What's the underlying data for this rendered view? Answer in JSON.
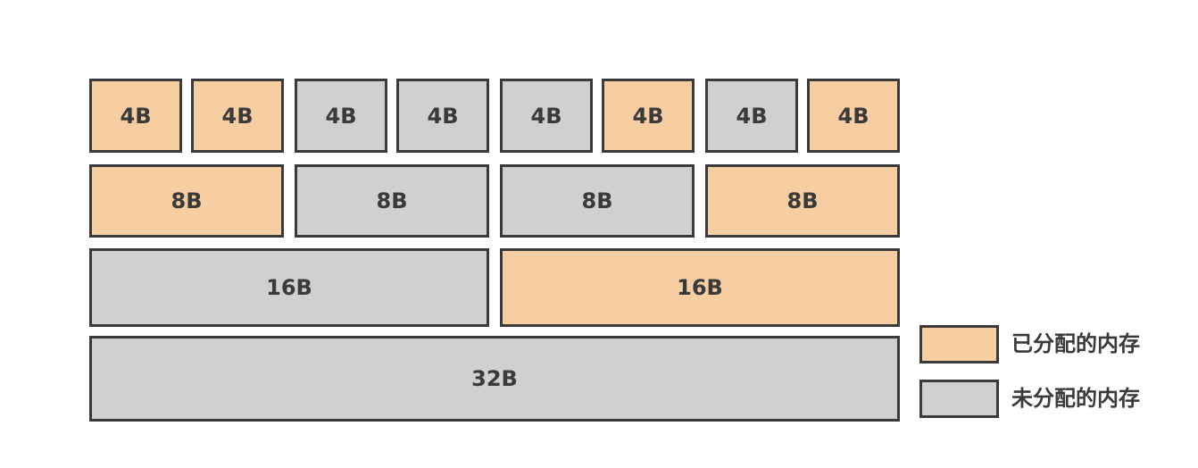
{
  "colors": {
    "allocated": "#f7cda2",
    "free": "#d0d0d0",
    "border": "#3a3a3a"
  },
  "rows": [
    {
      "blocks": [
        {
          "label": "4B",
          "state": "allocated"
        },
        {
          "label": "4B",
          "state": "allocated"
        },
        {
          "label": "4B",
          "state": "free"
        },
        {
          "label": "4B",
          "state": "free"
        },
        {
          "label": "4B",
          "state": "free"
        },
        {
          "label": "4B",
          "state": "allocated"
        },
        {
          "label": "4B",
          "state": "free"
        },
        {
          "label": "4B",
          "state": "allocated"
        }
      ]
    },
    {
      "blocks": [
        {
          "label": "8B",
          "state": "allocated"
        },
        {
          "label": "8B",
          "state": "free"
        },
        {
          "label": "8B",
          "state": "free"
        },
        {
          "label": "8B",
          "state": "allocated"
        }
      ]
    },
    {
      "blocks": [
        {
          "label": "16B",
          "state": "free"
        },
        {
          "label": "16B",
          "state": "allocated"
        }
      ]
    },
    {
      "blocks": [
        {
          "label": "32B",
          "state": "free"
        }
      ]
    }
  ],
  "legend": {
    "allocated_label": "已分配的内存",
    "free_label": "未分配的内存"
  }
}
